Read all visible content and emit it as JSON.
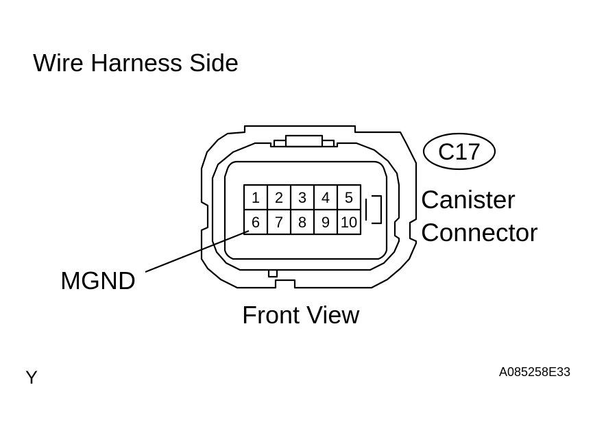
{
  "diagram": {
    "title": "Wire Harness Side",
    "connector_code": "C17",
    "connector_name_line1": "Canister",
    "connector_name_line2": "Connector",
    "callout_label": "MGND",
    "view_label": "Front View",
    "corner_left": "Y",
    "corner_right": "A085258E33",
    "pins_top": [
      "1",
      "2",
      "3",
      "4",
      "5"
    ],
    "pins_bottom": [
      "6",
      "7",
      "8",
      "9",
      "10"
    ]
  }
}
